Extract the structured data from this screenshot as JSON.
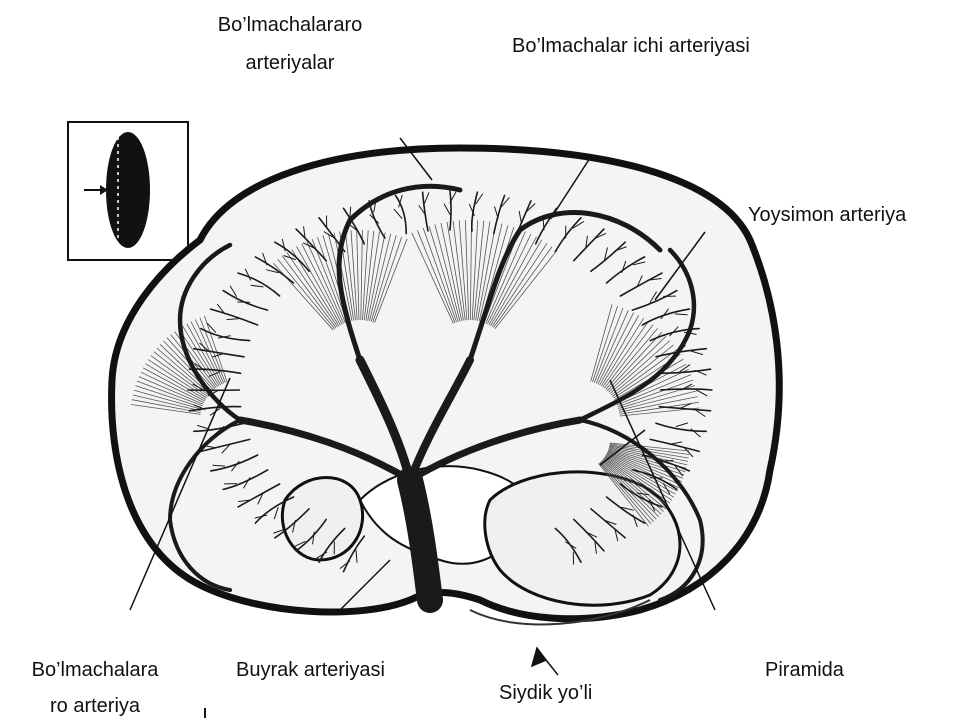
{
  "labels": {
    "interlobular_top_line1": "Bo’lmachalararo",
    "interlobular_top_line2": "arteriyalar",
    "intralobular": "Bo’lmachalar ichi arteriyasi",
    "arcuate": "Yoysimon arteriya",
    "interlobar_line1": "Bo’lmachalara",
    "interlobar_line2": "ro arteriya",
    "renal_artery": "Buyrak arteriyasi",
    "ureter": "Siydik yo’li",
    "pyramid": "Piramida"
  },
  "colors": {
    "ink": "#111111",
    "parenchyma": "#f4f4f4",
    "vessel": "#1a1a1a"
  },
  "icons": {
    "inset": "kidney-orientation-inset",
    "arrow": "pointer-arrow"
  }
}
